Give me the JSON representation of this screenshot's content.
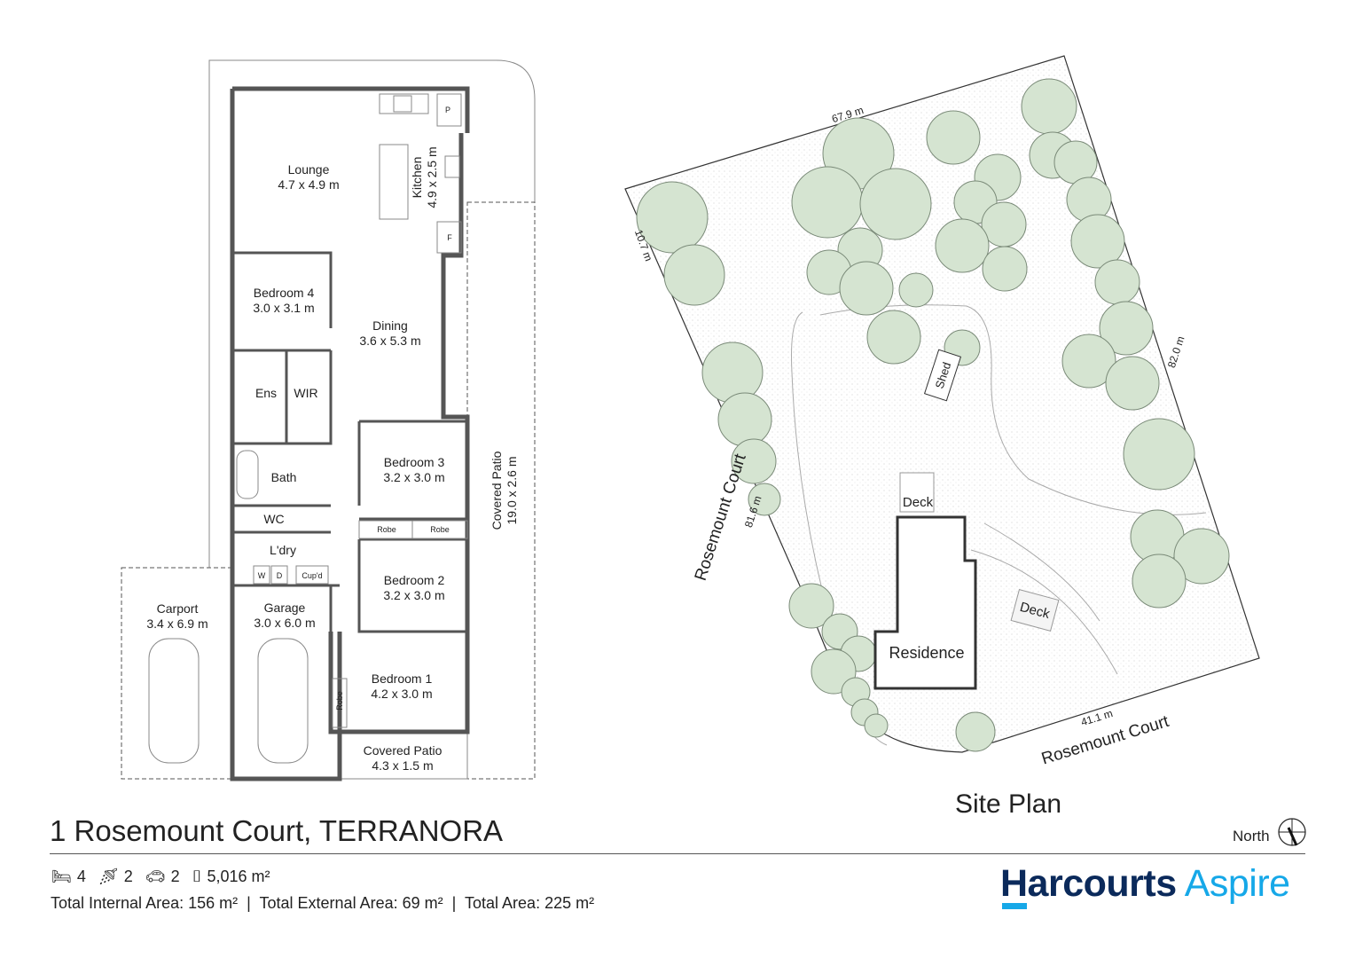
{
  "floor_plan": {
    "rooms": [
      {
        "name": "Lounge",
        "dims": "4.7 x 4.9 m"
      },
      {
        "name": "Kitchen",
        "dims": "4.9 x 2.5 m"
      },
      {
        "name": "Bedroom 4",
        "dims": "3.0 x 3.1 m"
      },
      {
        "name": "Dining",
        "dims": "3.6 x 5.3 m"
      },
      {
        "name": "Ens"
      },
      {
        "name": "WIR"
      },
      {
        "name": "Bath"
      },
      {
        "name": "WC"
      },
      {
        "name": "L'dry"
      },
      {
        "name": "Bedroom 3",
        "dims": "3.2 x 3.0 m"
      },
      {
        "name": "Bedroom 2",
        "dims": "3.2 x 3.0 m"
      },
      {
        "name": "Bedroom 1",
        "dims": "4.2 x 3.0 m"
      },
      {
        "name": "Carport",
        "dims": "3.4 x 6.9 m"
      },
      {
        "name": "Garage",
        "dims": "3.0 x 6.0 m"
      },
      {
        "name": "Covered Patio",
        "dims": "19.0 x 2.6 m"
      },
      {
        "name": "Covered Patio",
        "dims": "4.3 x 1.5 m"
      }
    ],
    "fixtures": {
      "pantry": "P",
      "fridge": "F",
      "robe": "Robe",
      "washer": "W",
      "dryer": "D",
      "cupboard": "Cup'd"
    }
  },
  "site_plan": {
    "title": "Site Plan",
    "dimensions": [
      "67.9 m",
      "10.7 m",
      "82.0 m",
      "81.6 m",
      "41.1 m"
    ],
    "streets": [
      "Rosemount Court",
      "Rosemount Court"
    ],
    "labels": {
      "shed": "Shed",
      "deck_top": "Deck",
      "deck_side": "Deck",
      "residence": "Residence"
    },
    "north_label": "North"
  },
  "property": {
    "address": "1 Rosemount Court, TERRANORA",
    "bedrooms": "4",
    "bathrooms": "2",
    "car_spaces": "2",
    "land_area": "5,016 m²",
    "internal_area": "Total Internal Area: 156 m²",
    "external_area": "Total External Area: 69 m²",
    "total_area": "Total Area: 225 m²",
    "separator": "|"
  },
  "brand": {
    "name_bold": "Harcourts",
    "name_light": "Aspire",
    "primary": "#0b2a5b",
    "accent": "#16a8e8"
  }
}
